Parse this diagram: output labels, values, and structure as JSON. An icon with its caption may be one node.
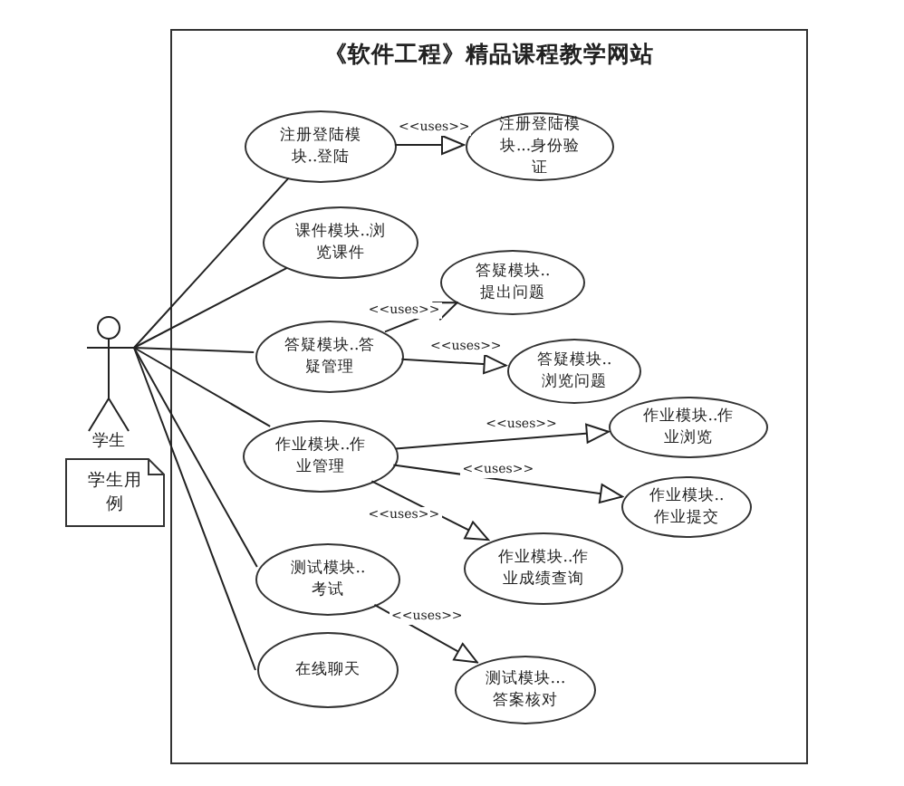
{
  "diagram": {
    "nodes": [
      {
        "text": [
          "《软件工程》精品课程教学网站"
        ]
      },
      {
        "text": [
          "学生"
        ]
      },
      {
        "text": [
          "学生用例"
        ]
      },
      {
        "text": [
          "注册登陆模块..登陆"
        ],
        "in": 0
      },
      {
        "text": [
          "注册登陆模块...身份验证"
        ],
        "in": 0
      },
      {
        "text": [
          "课件模块..浏览课件"
        ],
        "in": 0
      },
      {
        "text": [
          "答疑模块..提出问题"
        ],
        "in": 0
      },
      {
        "text": [
          "答疑模块..答疑管理"
        ],
        "in": 0
      },
      {
        "text": [
          "答疑模块..浏览问题"
        ],
        "in": 0
      },
      {
        "text": [
          "作业模块..作业管理"
        ],
        "in": 0
      },
      {
        "text": [
          "作业模块..作业浏览"
        ],
        "in": 0
      },
      {
        "text": [
          "作业模块..作业提交"
        ],
        "in": 0
      },
      {
        "text": [
          "作业模块..作业成绩查询"
        ],
        "in": 0
      },
      {
        "text": [
          "测试模块..考试"
        ],
        "in": 0
      },
      {
        "text": [
          "在线聊天"
        ],
        "in": 0
      },
      {
        "text": [
          "测试模块…答案核对"
        ],
        "in": 0
      }
    ],
    "edges": [
      {
        "from": 1,
        "to": 3,
        "arrow": "none"
      },
      {
        "from": 1,
        "to": 5,
        "arrow": "none"
      },
      {
        "from": 1,
        "to": 7,
        "arrow": "none"
      },
      {
        "from": 1,
        "to": 9,
        "arrow": "none"
      },
      {
        "from": 1,
        "to": 13,
        "arrow": "none"
      },
      {
        "from": 1,
        "to": 14,
        "arrow": "none"
      },
      {
        "from": 3,
        "to": 4,
        "arrow": "to",
        "label": "<<uses>>"
      },
      {
        "from": 7,
        "to": 6,
        "arrow": "to",
        "label": "<<uses>>"
      },
      {
        "from": 7,
        "to": 8,
        "arrow": "to",
        "label": "<<uses>>"
      },
      {
        "from": 9,
        "to": 10,
        "arrow": "to",
        "label": "<<uses>>"
      },
      {
        "from": 9,
        "to": 11,
        "arrow": "to",
        "label": "<<uses>>"
      },
      {
        "from": 9,
        "to": 12,
        "arrow": "to",
        "label": "<<uses>>"
      },
      {
        "from": 13,
        "to": 15,
        "arrow": "to",
        "label": "<<uses>>"
      }
    ]
  }
}
